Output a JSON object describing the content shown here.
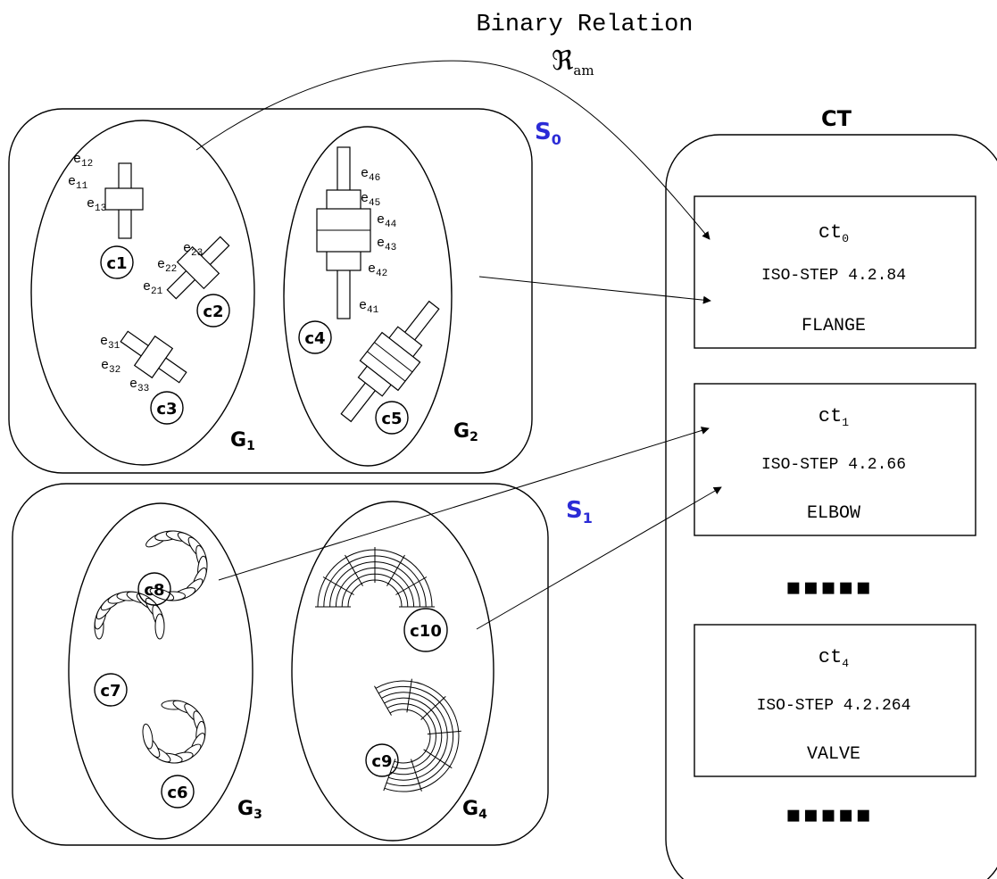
{
  "title": "Binary Relation",
  "relation_symbol": "ℜ",
  "relation_subscript": "am",
  "ct_label": "CT",
  "sets": [
    {
      "base": "S",
      "sub": "0"
    },
    {
      "base": "S",
      "sub": "1"
    }
  ],
  "groups": [
    {
      "base": "G",
      "sub": "1"
    },
    {
      "base": "G",
      "sub": "2"
    },
    {
      "base": "G",
      "sub": "3"
    },
    {
      "base": "G",
      "sub": "4"
    }
  ],
  "components": [
    "c1",
    "c2",
    "c3",
    "c4",
    "c5",
    "c6",
    "c7",
    "c8",
    "c9",
    "c10"
  ],
  "edges": [
    {
      "base": "e",
      "sub": "12"
    },
    {
      "base": "e",
      "sub": "11"
    },
    {
      "base": "e",
      "sub": "13"
    },
    {
      "base": "e",
      "sub": "23"
    },
    {
      "base": "e",
      "sub": "22"
    },
    {
      "base": "e",
      "sub": "21"
    },
    {
      "base": "e",
      "sub": "31"
    },
    {
      "base": "e",
      "sub": "32"
    },
    {
      "base": "e",
      "sub": "33"
    },
    {
      "base": "e",
      "sub": "46"
    },
    {
      "base": "e",
      "sub": "45"
    },
    {
      "base": "e",
      "sub": "44"
    },
    {
      "base": "e",
      "sub": "43"
    },
    {
      "base": "e",
      "sub": "42"
    },
    {
      "base": "e",
      "sub": "41"
    }
  ],
  "ct_entries": [
    {
      "base": "ct",
      "sub": "0",
      "standard": "ISO-STEP 4.2.84",
      "name": "FLANGE"
    },
    {
      "base": "ct",
      "sub": "1",
      "standard": "ISO-STEP 4.2.66",
      "name": "ELBOW"
    },
    {
      "base": "ct",
      "sub": "4",
      "standard": "ISO-STEP 4.2.264",
      "name": "VALVE"
    }
  ],
  "ellipsis": "▪▪▪▪▪",
  "colors": {
    "set_label": "#2b2bd6",
    "line": "#000000",
    "background": "#ffffff"
  }
}
